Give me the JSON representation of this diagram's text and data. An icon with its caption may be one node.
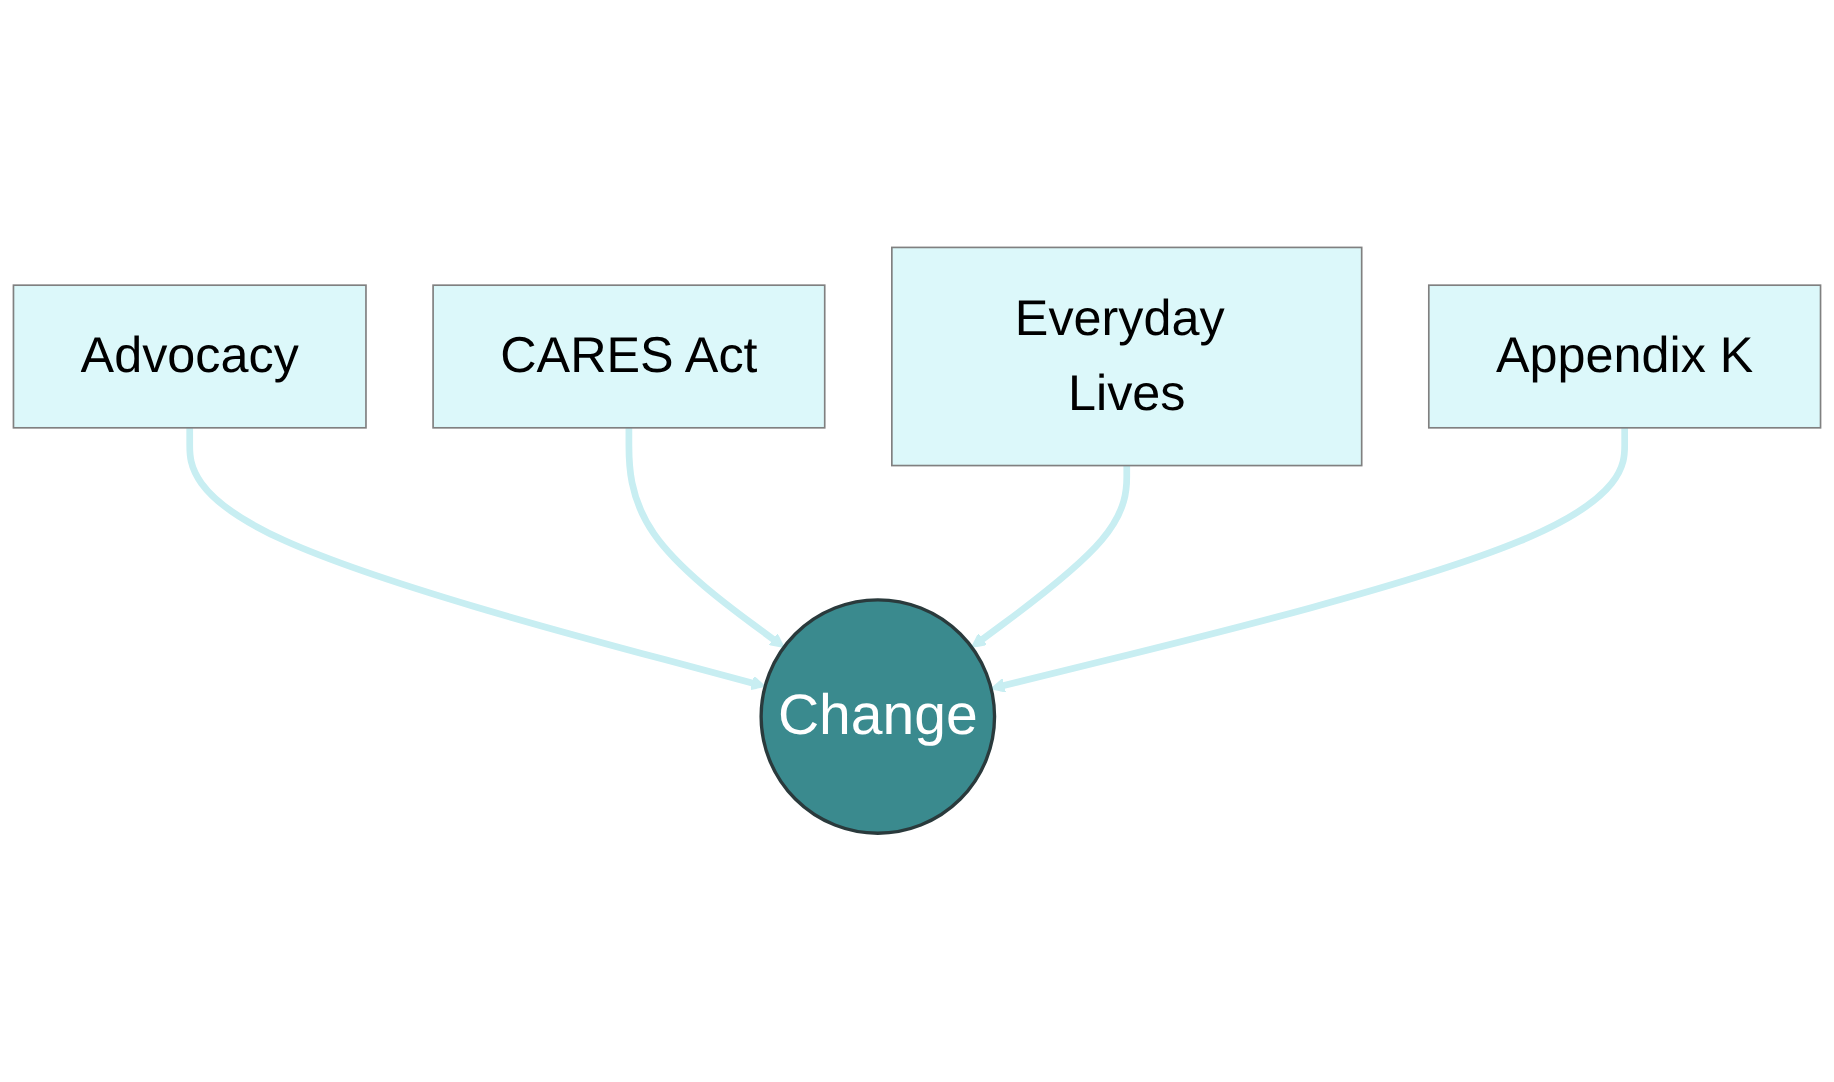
{
  "diagram": {
    "nodes": [
      {
        "text": [
          "Advocacy"
        ]
      },
      {
        "text": [
          "CARES Act"
        ]
      },
      {
        "text": [
          "Everyday Lives"
        ]
      },
      {
        "text": [
          "Appendix K"
        ]
      },
      {
        "text": [
          "Change"
        ]
      }
    ],
    "edges": [
      {
        "from": 0,
        "to": 4,
        "arrow": "to"
      },
      {
        "from": 1,
        "to": 4,
        "arrow": "to"
      },
      {
        "from": 2,
        "to": 4,
        "arrow": "to"
      },
      {
        "from": 3,
        "to": 4,
        "arrow": "to"
      }
    ]
  }
}
